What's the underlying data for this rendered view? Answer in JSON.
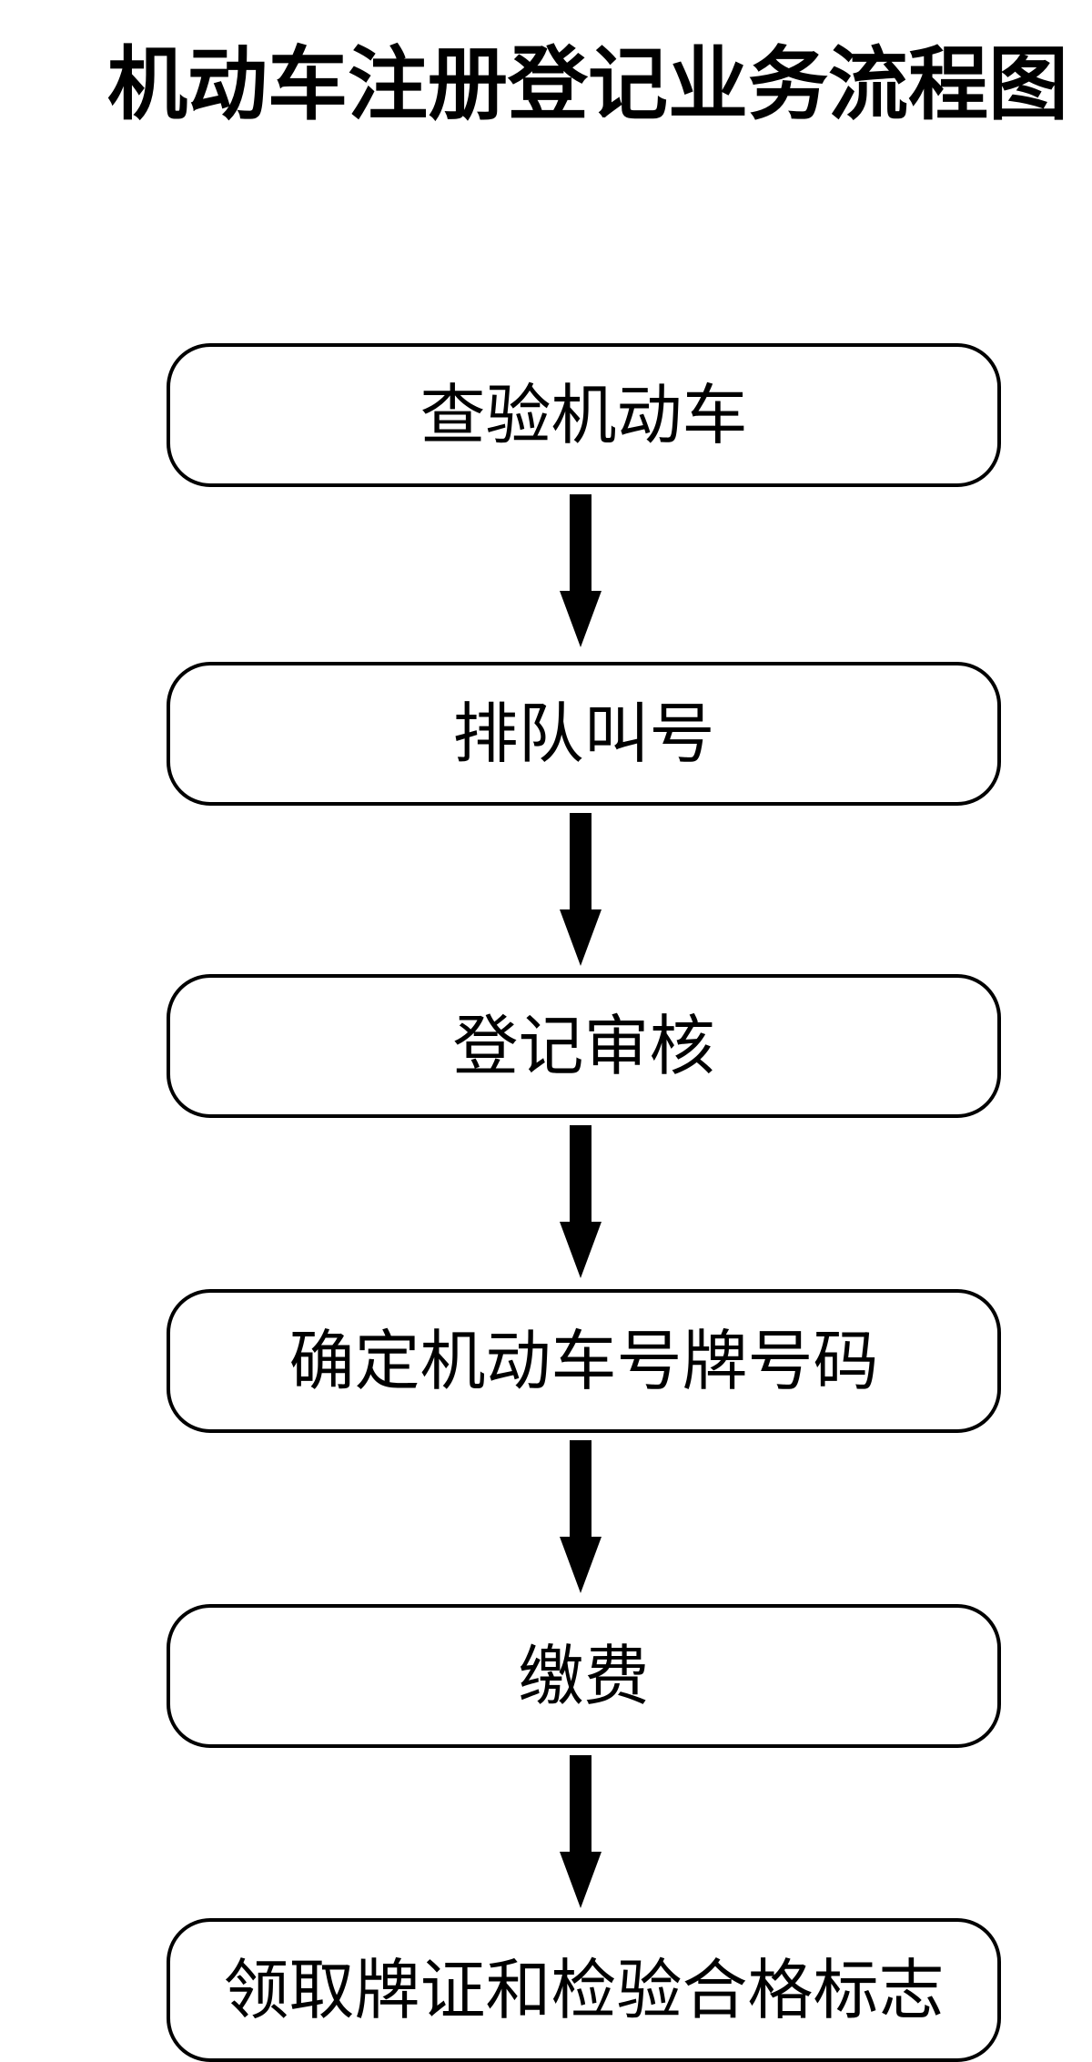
{
  "title": "机动车注册登记业务流程图",
  "flow": {
    "steps": [
      {
        "label": "查验机动车"
      },
      {
        "label": "排队叫号"
      },
      {
        "label": "登记审核"
      },
      {
        "label": "确定机动车号牌号码"
      },
      {
        "label": "缴费"
      },
      {
        "label": "领取牌证和检验合格标志"
      }
    ],
    "connector_type": "solid-down-arrow",
    "connector_count": 5
  },
  "colors": {
    "background": "#ffffff",
    "stroke": "#000000",
    "text": "#000000"
  }
}
